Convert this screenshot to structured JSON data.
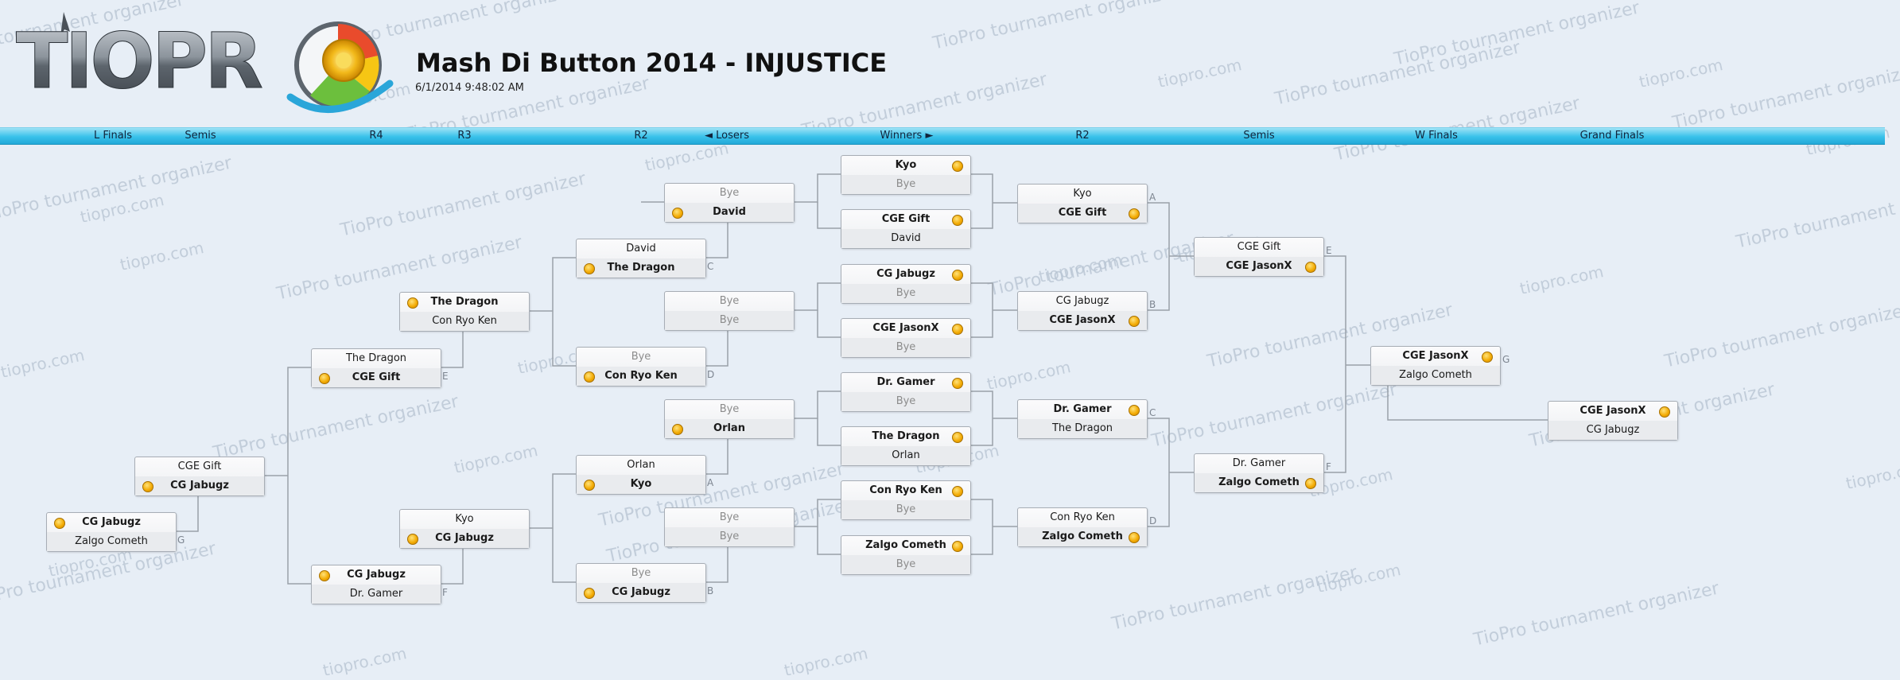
{
  "app": {
    "logo_text": "TIOPRO"
  },
  "event": {
    "title": "Mash Di Button 2014 - INJUSTICE",
    "datetime": "6/1/2014 9:48:02 AM"
  },
  "watermark": {
    "long": "TioPro tournament organizer",
    "short": "tiopro.com"
  },
  "round_labels": [
    "L Finals",
    "Semis",
    "R4",
    "R3",
    "R2",
    "◄ Losers",
    "Winners ►",
    "R2",
    "Semis",
    "W Finals",
    "Grand Finals"
  ],
  "matches": [
    {
      "id": "w1a",
      "top": "Kyo",
      "bottom": "Bye",
      "winner": "top",
      "tag": ""
    },
    {
      "id": "w1b",
      "top": "CGE Gift",
      "bottom": "David",
      "winner": "top",
      "tag": ""
    },
    {
      "id": "w1c",
      "top": "CG Jabugz",
      "bottom": "Bye",
      "winner": "top",
      "tag": ""
    },
    {
      "id": "w1d",
      "top": "CGE JasonX",
      "bottom": "Bye",
      "winner": "top",
      "tag": ""
    },
    {
      "id": "w1e",
      "top": "Dr. Gamer",
      "bottom": "Bye",
      "winner": "top",
      "tag": ""
    },
    {
      "id": "w1f",
      "top": "The Dragon",
      "bottom": "Orlan",
      "winner": "top",
      "tag": ""
    },
    {
      "id": "w1g",
      "top": "Con Ryo Ken",
      "bottom": "Bye",
      "winner": "top",
      "tag": ""
    },
    {
      "id": "w1h",
      "top": "Zalgo Cometh",
      "bottom": "Bye",
      "winner": "top",
      "tag": ""
    },
    {
      "id": "w2a",
      "top": "Kyo",
      "bottom": "CGE Gift",
      "winner": "bottom",
      "tag": "A"
    },
    {
      "id": "w2b",
      "top": "CG Jabugz",
      "bottom": "CGE JasonX",
      "winner": "bottom",
      "tag": "B"
    },
    {
      "id": "w2c",
      "top": "Dr. Gamer",
      "bottom": "The Dragon",
      "winner": "top",
      "tag": "C"
    },
    {
      "id": "w2d",
      "top": "Con Ryo Ken",
      "bottom": "Zalgo Cometh",
      "winner": "bottom",
      "tag": "D"
    },
    {
      "id": "wsa",
      "top": "CGE Gift",
      "bottom": "CGE JasonX",
      "winner": "bottom",
      "tag": "E"
    },
    {
      "id": "wsb",
      "top": "Dr. Gamer",
      "bottom": "Zalgo Cometh",
      "winner": "bottom",
      "tag": "F"
    },
    {
      "id": "wf",
      "top": "CGE JasonX",
      "bottom": "Zalgo Cometh",
      "winner": "top",
      "tag": "G"
    },
    {
      "id": "gf",
      "top": "CGE JasonX",
      "bottom": "CG Jabugz",
      "winner": "top",
      "tag": ""
    },
    {
      "id": "l1a",
      "top": "Bye",
      "bottom": "David",
      "winner": "bottom",
      "tag": ""
    },
    {
      "id": "l1b",
      "top": "Bye",
      "bottom": "Bye",
      "winner": "none",
      "tag": ""
    },
    {
      "id": "l1c",
      "top": "Bye",
      "bottom": "Orlan",
      "winner": "bottom",
      "tag": ""
    },
    {
      "id": "l1d",
      "top": "Bye",
      "bottom": "Bye",
      "winner": "none",
      "tag": ""
    },
    {
      "id": "l2a",
      "top": "David",
      "bottom": "The Dragon",
      "winner": "bottom",
      "tag": "C"
    },
    {
      "id": "l2b",
      "top": "Bye",
      "bottom": "Con Ryo Ken",
      "winner": "bottom",
      "tag": "D"
    },
    {
      "id": "l2c",
      "top": "Orlan",
      "bottom": "Kyo",
      "winner": "bottom",
      "tag": "A"
    },
    {
      "id": "l2d",
      "top": "Bye",
      "bottom": "CG Jabugz",
      "winner": "bottom",
      "tag": "B"
    },
    {
      "id": "l3a",
      "top": "The Dragon",
      "bottom": "Con Ryo Ken",
      "winner": "top",
      "tag": ""
    },
    {
      "id": "l3b",
      "top": "Kyo",
      "bottom": "CG Jabugz",
      "winner": "bottom",
      "tag": ""
    },
    {
      "id": "l4a",
      "top": "The Dragon",
      "bottom": "CGE Gift",
      "winner": "bottom",
      "tag": "E"
    },
    {
      "id": "l4b",
      "top": "CG Jabugz",
      "bottom": "Dr. Gamer",
      "winner": "top",
      "tag": "F"
    },
    {
      "id": "ls",
      "top": "CGE Gift",
      "bottom": "CG Jabugz",
      "winner": "bottom",
      "tag": ""
    },
    {
      "id": "lf",
      "top": "CG Jabugz",
      "bottom": "Zalgo Cometh",
      "winner": "top",
      "tag": "G"
    }
  ]
}
